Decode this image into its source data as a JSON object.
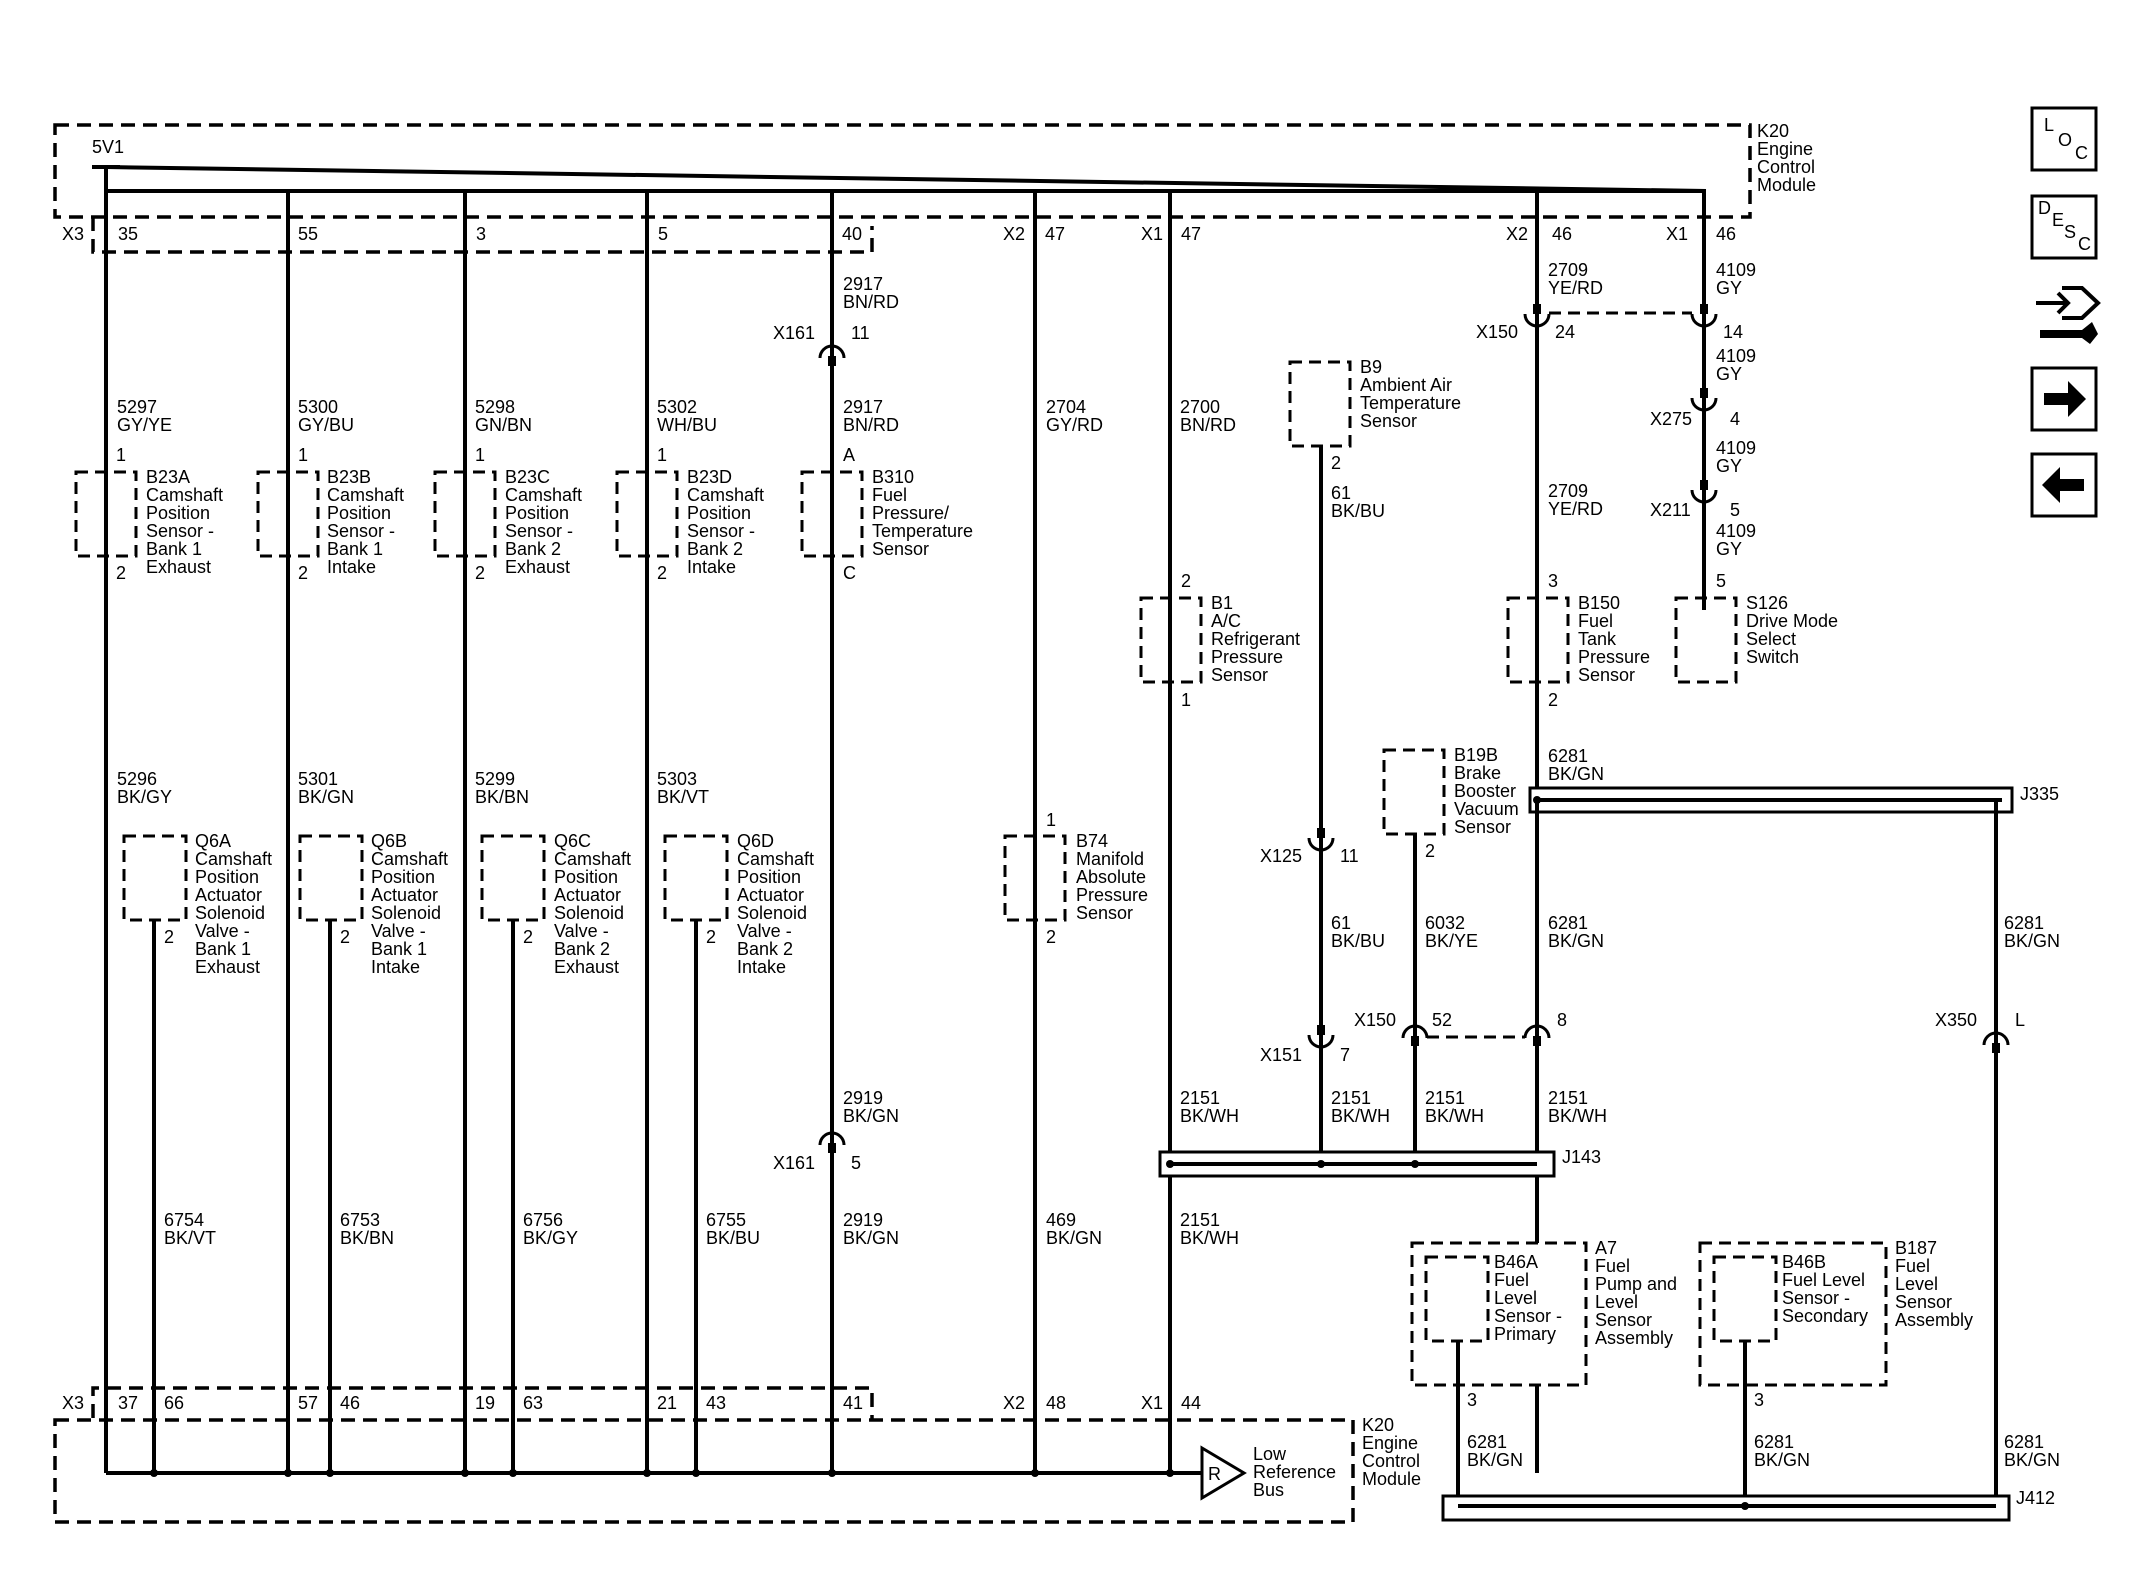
{
  "ecm_top": {
    "name": "K20\nEngine\nControl\nModule",
    "supply": "5V1"
  },
  "ecm_bottom": {
    "name": "K20\nEngine\nControl\nModule",
    "low_ref": "Low\nReference\nBus",
    "low_ref_symbol": "R"
  },
  "connectors_top": [
    {
      "conn": "X3",
      "pin": "35"
    },
    {
      "pin": "55"
    },
    {
      "pin": "3"
    },
    {
      "pin": "5"
    },
    {
      "pin": "40"
    },
    {
      "conn": "X2",
      "pin": "47"
    },
    {
      "conn": "X1",
      "pin": "47"
    },
    {
      "conn": "X2",
      "pin": "46"
    },
    {
      "conn": "X1",
      "pin": "46"
    }
  ],
  "connectors_bottom": [
    {
      "conn": "X3",
      "pins": [
        "37",
        "66",
        "57",
        "46",
        "19",
        "63",
        "21",
        "43",
        "41"
      ]
    },
    {
      "conn": "X2",
      "pin": "48"
    },
    {
      "conn": "X1",
      "pin": "44"
    }
  ],
  "circuits": {
    "c5297": "5297\nGY/YE",
    "c5300": "5300\nGY/BU",
    "c5298": "5298\nGN/BN",
    "c5302": "5302\nWH/BU",
    "c2917a": "2917\nBN/RD",
    "c2917b": "2917\nBN/RD",
    "c2704": "2704\nGY/RD",
    "c2700": "2700\nBN/RD",
    "c2709a": "2709\nYE/RD",
    "c2709b": "2709\nYE/RD",
    "c4109a": "4109\nGY",
    "c4109b": "4109\nGY",
    "c4109c": "4109\nGY",
    "c4109d": "4109\nGY",
    "c61a": "61\nBK/BU",
    "c61b": "61\nBK/BU",
    "c5296": "5296\nBK/GY",
    "c5301": "5301\nBK/GN",
    "c5299": "5299\nBK/BN",
    "c5303": "5303\nBK/VT",
    "c6281a": "6281\nBK/GN",
    "c6281b": "6281\nBK/GN",
    "c6281c": "6281\nBK/GN",
    "c6032": "6032\nBK/YE",
    "c2151a": "2151\nBK/WH",
    "c2151b": "2151\nBK/WH",
    "c2151c": "2151\nBK/WH",
    "c2151d": "2151\nBK/WH",
    "c2151e": "2151\nBK/WH",
    "c2919a": "2919\nBK/GN",
    "c2919b": "2919\nBK/GN",
    "c6754": "6754\nBK/VT",
    "c6753": "6753\nBK/BN",
    "c6756": "6756\nBK/GY",
    "c6755": "6755\nBK/BU",
    "c469": "469\nBK/GN",
    "c6281d": "6281\nBK/GN",
    "c6281e": "6281\nBK/GN",
    "c6281f": "6281\nBK/GN"
  },
  "inline": {
    "x161a": {
      "name": "X161",
      "pin": "11"
    },
    "x161b": {
      "name": "X161",
      "pin": "5"
    },
    "x150a": {
      "name": "X150",
      "pin": "24"
    },
    "x150b": {
      "pin": "14"
    },
    "x275": {
      "name": "X275",
      "pin": "4"
    },
    "x211": {
      "name": "X211",
      "pin": "5"
    },
    "x125": {
      "name": "X125",
      "pin": "11"
    },
    "x151": {
      "name": "X151",
      "pin": "7"
    },
    "x150c": {
      "name": "X150",
      "pin": "52"
    },
    "x150d": {
      "pin": "8"
    },
    "x350": {
      "name": "X350",
      "pin": "L"
    }
  },
  "components": {
    "b23a": {
      "label": "B23A\nCamshaft\nPosition\nSensor -\nBank 1\nExhaust",
      "p1": "1",
      "p2": "2"
    },
    "b23b": {
      "label": "B23B\nCamshaft\nPosition\nSensor -\nBank 1\nIntake",
      "p1": "1",
      "p2": "2"
    },
    "b23c": {
      "label": "B23C\nCamshaft\nPosition\nSensor -\nBank 2\nExhaust",
      "p1": "1",
      "p2": "2"
    },
    "b23d": {
      "label": "B23D\nCamshaft\nPosition\nSensor -\nBank 2\nIntake",
      "p1": "1",
      "p2": "2"
    },
    "b310": {
      "label": "B310\nFuel\nPressure/\nTemperature\nSensor",
      "p1": "A",
      "p2": "C"
    },
    "b9": {
      "label": "B9\nAmbient Air\nTemperature\nSensor",
      "p2": "2"
    },
    "b1": {
      "label": "B1\nA/C\nRefrigerant\nPressure\nSensor",
      "p1": "2",
      "p2": "1"
    },
    "b150": {
      "label": "B150\nFuel\nTank\nPressure\nSensor",
      "p1": "3",
      "p2": "2"
    },
    "s126": {
      "label": "S126\nDrive Mode\nSelect\nSwitch",
      "p1": "5"
    },
    "b19b": {
      "label": "B19B\nBrake\nBooster\nVacuum\nSensor",
      "p2": "2"
    },
    "q6a": {
      "label": "Q6A\nCamshaft\nPosition\nActuator\nSolenoid\nValve -\nBank 1\nExhaust",
      "p2": "2"
    },
    "q6b": {
      "label": "Q6B\nCamshaft\nPosition\nActuator\nSolenoid\nValve -\nBank 1\nIntake",
      "p2": "2"
    },
    "q6c": {
      "label": "Q6C\nCamshaft\nPosition\nActuator\nSolenoid\nValve -\nBank 2\nExhaust",
      "p2": "2"
    },
    "q6d": {
      "label": "Q6D\nCamshaft\nPosition\nActuator\nSolenoid\nValve -\nBank 2\nIntake",
      "p2": "2"
    },
    "b74": {
      "label": "B74\nManifold\nAbsolute\nPressure\nSensor",
      "p1": "1",
      "p2": "2"
    },
    "b46a": {
      "label": "B46A\nFuel\nLevel\nSensor -\nPrimary",
      "p2": "3"
    },
    "a7": {
      "label": "A7\nFuel\nPump and\nLevel\nSensor\nAssembly"
    },
    "b46b": {
      "label": "B46B\nFuel Level\nSensor -\nSecondary",
      "p2": "3"
    },
    "b187": {
      "label": "B187\nFuel\nLevel\nSensor\nAssembly"
    }
  },
  "splices": {
    "j335": "J335",
    "j143": "J143",
    "j412": "J412"
  },
  "nav": {
    "loc": "LOC",
    "desc": "DESC",
    "forward": "→",
    "back": "←"
  }
}
